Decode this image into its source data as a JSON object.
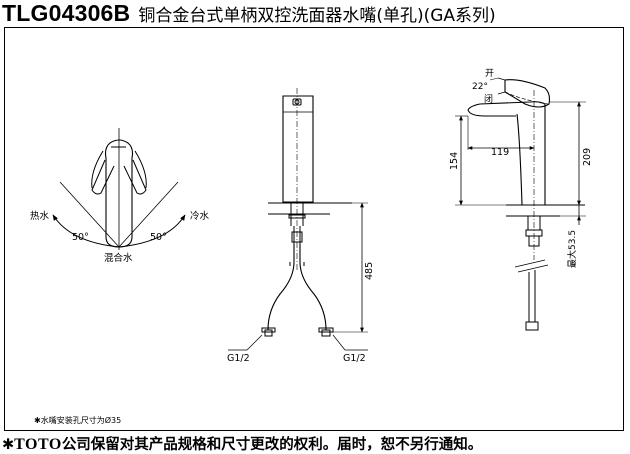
{
  "header": {
    "model": "TLG04306B",
    "description": "铜合金台式单柄双控洗面器水嘴(单孔)(GA系列)"
  },
  "top_view": {
    "hot_label": "热水",
    "cold_label": "冷水",
    "mix_label": "混合水",
    "angle_left": "50°",
    "angle_right": "50°"
  },
  "front_view": {
    "height_dim": "485",
    "thread_left": "G1/2",
    "thread_right": "G1/2"
  },
  "side_view": {
    "open_label": "开",
    "close_label": "闭",
    "angle": "22°",
    "reach_dim": "119",
    "spout_height_dim": "154",
    "total_height_dim": "209",
    "max_deck_dim": "最大53.5"
  },
  "note": "✱水嘴安装孔尺寸为Ø35",
  "footer": {
    "star": "✱",
    "brand": "TOTO",
    "text": "公司保留对其产品规格和尺寸更改的权利。届时，恕不另行通知。"
  }
}
